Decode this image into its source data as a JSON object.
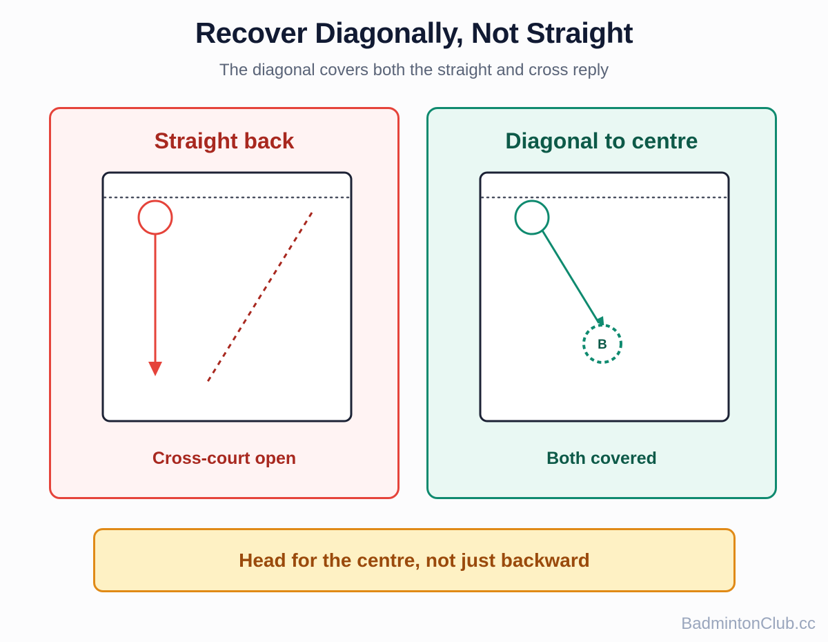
{
  "title": "Recover Diagonally, Not Straight",
  "subtitle": "The diagonal covers both the straight and cross reply",
  "panels": {
    "left": {
      "title": "Straight back",
      "caption": "Cross-court open",
      "accent_color": "#e5433a",
      "text_color": "#a8281f"
    },
    "right": {
      "title": "Diagonal to centre",
      "caption": "Both covered",
      "base_label": "B",
      "accent_color": "#0f8a6f",
      "text_color": "#0d5a48"
    }
  },
  "tip": {
    "text": "Head for the centre, not just backward",
    "border_color": "#e08a17",
    "background_color": "#fef1c4"
  },
  "watermark": "BadmintonClub.cc"
}
